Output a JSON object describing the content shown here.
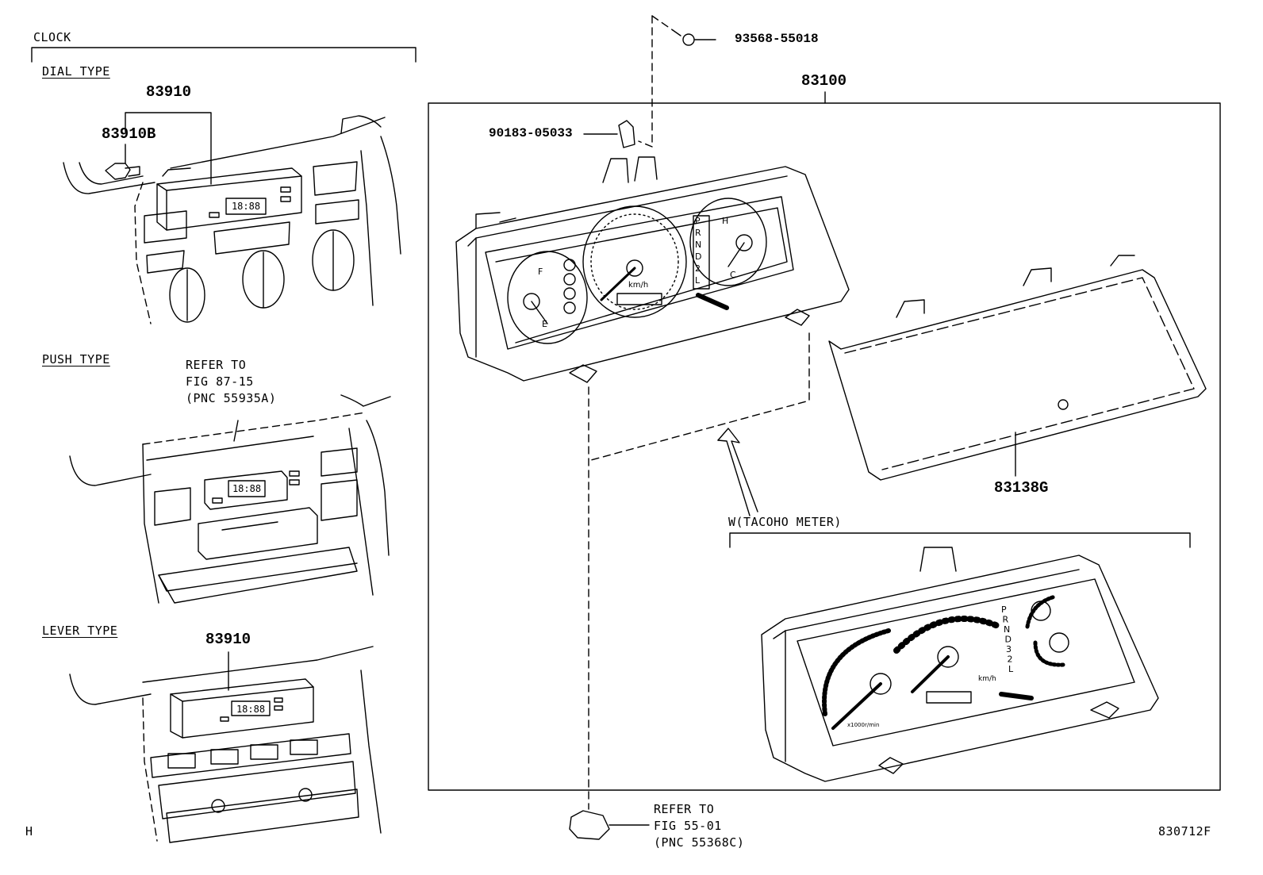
{
  "sections": {
    "clock": "CLOCK",
    "dial_type": "DIAL TYPE",
    "push_type": "PUSH TYPE",
    "lever_type": "LEVER TYPE",
    "tacho": "W(TACOHO METER)"
  },
  "parts": {
    "clock_dial": "83910",
    "clock_bulb": "83910B",
    "clock_lever": "83910",
    "meter_assy": "83100",
    "screw": "93568-55018",
    "clip": "90183-05033",
    "glass": "83138G"
  },
  "refs": {
    "push": [
      "REFER TO",
      "FIG 87-15",
      "(PNC 55935A)"
    ],
    "bottom": [
      "REFER TO",
      "FIG 55-01",
      "(PNC 55368C)"
    ]
  },
  "clock_displays": [
    "18:88",
    "18:88",
    "18:88"
  ],
  "gauge_marks": {
    "fuel_full": "F",
    "fuel_empty": "E",
    "temp_hot": "H",
    "temp_cold": "C",
    "speed_unit": "km/h",
    "tacho_unit": "x1000r/min",
    "shift_positions": [
      "P",
      "R",
      "N",
      "D",
      "2",
      "L"
    ],
    "shift_positions_tacho": [
      "P",
      "R",
      "N",
      "D",
      "3",
      "2",
      "L"
    ]
  },
  "footer": {
    "corner_mark": "H",
    "figure_code": "830712F"
  }
}
